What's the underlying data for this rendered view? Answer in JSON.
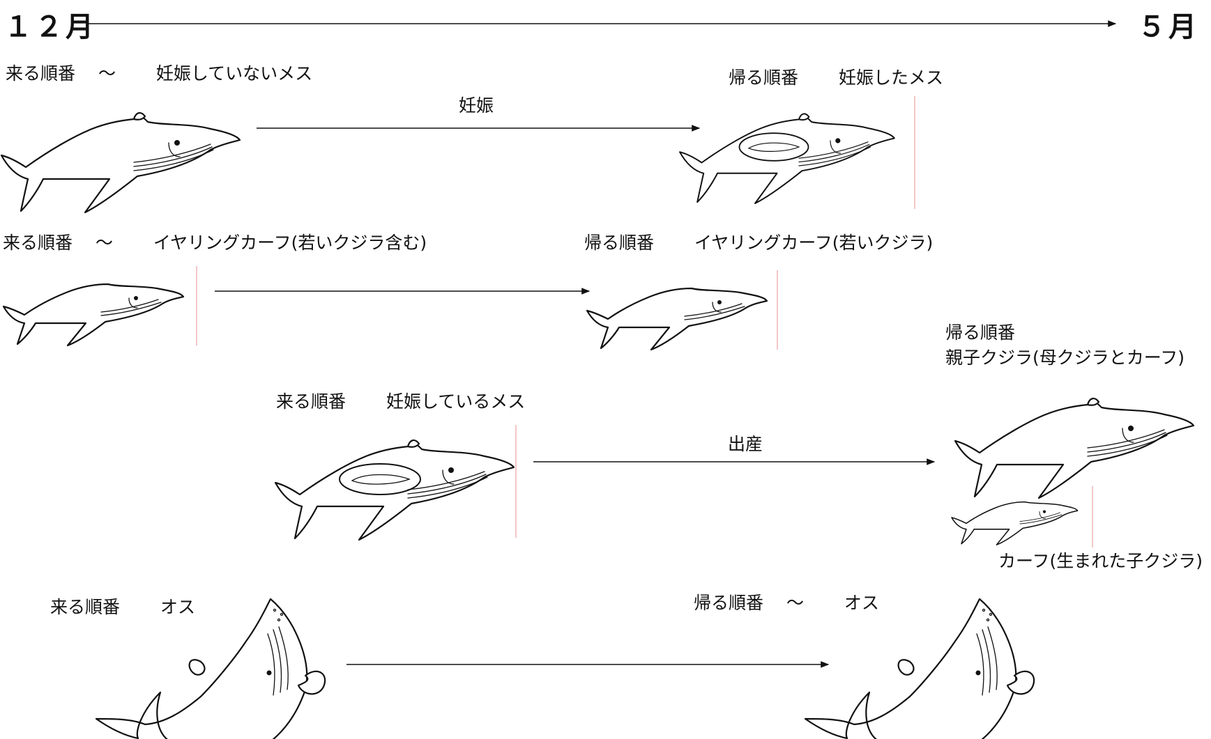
{
  "timeline": {
    "start": "１２月",
    "end": "５月"
  },
  "rows": {
    "female_nonpregnant": {
      "arrive": "来る順番　 ～ 　　妊娠していないメス",
      "leave": "帰る順番　 　妊娠したメス",
      "event": "妊娠"
    },
    "yearling": {
      "arrive": "来る順番　 ～ 　　イヤリングカーフ(若いクジラ含む)",
      "leave": "帰る順番　 　イヤリングカーフ(若いクジラ)"
    },
    "pregnant": {
      "arrive": "来る順番　 　妊娠しているメス",
      "leave_line1": "帰る順番",
      "leave_line2": "親子クジラ(母クジラとカーフ)",
      "event": "出産",
      "calf": "カーフ(生まれた子クジラ)"
    },
    "male": {
      "arrive": "来る順番　 　オス",
      "leave": "帰る順番　 ～ 　　オス"
    }
  }
}
